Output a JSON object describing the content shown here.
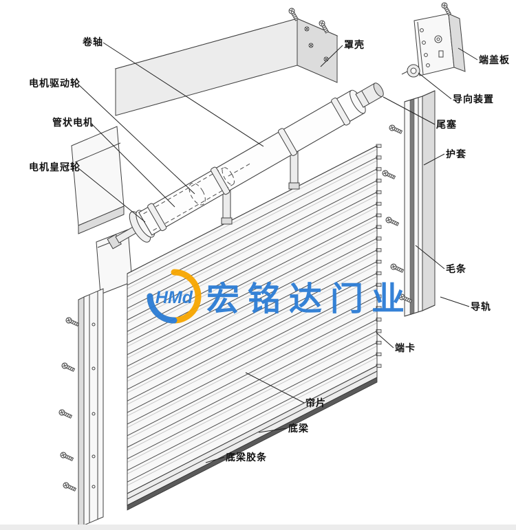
{
  "diagram": {
    "background": "#ffffff",
    "line_color": "#3f3f3f",
    "labels": [
      {
        "id": "roller-shaft",
        "text": "卷轴"
      },
      {
        "id": "housing-cover",
        "text": "罩壳"
      },
      {
        "id": "motor-drive-wheel",
        "text": "电机驱动轮"
      },
      {
        "id": "tubular-motor",
        "text": "管状电机"
      },
      {
        "id": "motor-crown-wheel",
        "text": "电机皇冠轮"
      },
      {
        "id": "end-cover-plate",
        "text": "端盖板"
      },
      {
        "id": "guide-device",
        "text": "导向装置"
      },
      {
        "id": "tail-plug",
        "text": "尾塞"
      },
      {
        "id": "sheath",
        "text": "护套"
      },
      {
        "id": "brush-strip",
        "text": "毛条"
      },
      {
        "id": "guide-rail",
        "text": "导轨"
      },
      {
        "id": "end-clip",
        "text": "端卡"
      },
      {
        "id": "curtain-slat",
        "text": "帘片"
      },
      {
        "id": "bottom-beam",
        "text": "底梁"
      },
      {
        "id": "bottom-beam-rubber",
        "text": "底梁胶条"
      }
    ],
    "watermark": {
      "logo_text": "HMd",
      "company": "宏铭达门业",
      "blue": "#2b7cd5",
      "orange": "#f7a600"
    }
  }
}
